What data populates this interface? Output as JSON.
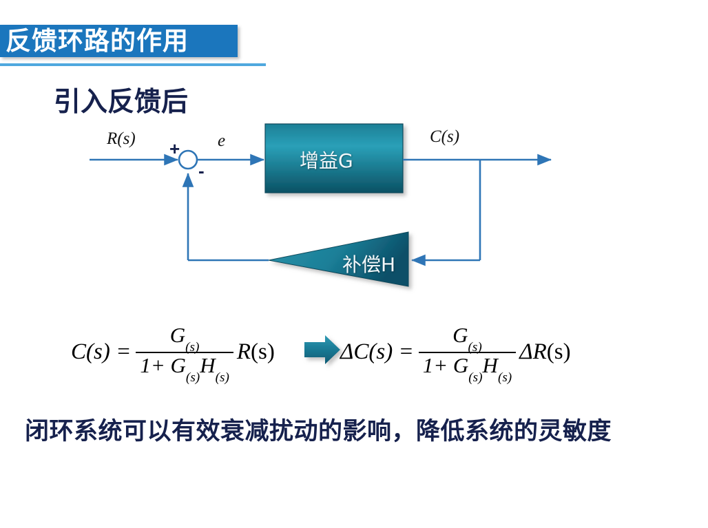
{
  "slide": {
    "title": "反馈环路的作用",
    "subtitle": "引入反馈后",
    "conclusion": "闭环系统可以有效衰减扰动的影响，降低系统的灵敏度",
    "colors": {
      "title_bar": "#1b76bd",
      "title_underline": "#4fa8de",
      "navy_text": "#16214d",
      "signal_line": "#2e75b6",
      "block_teal_light": "#2f9fb5",
      "block_teal_dark": "#0d5f75",
      "background": "#ffffff"
    }
  },
  "diagram": {
    "input_label": "R(s)",
    "error_label": "e",
    "output_label": "C(s)",
    "plus_sign": "+",
    "minus_sign": "-",
    "gain_block_label": "增益G",
    "feedback_block_label": "补偿H",
    "summing_junction": "summing-junction-circle"
  },
  "equations": {
    "left": {
      "lhs": "C(s) =",
      "numerator": "G",
      "numerator_sub": "(s)",
      "denominator_pre": "1+ G",
      "denominator_sub1": "(s)",
      "denominator_mid": "H",
      "denominator_sub2": "(s)",
      "rhs_italic": "R",
      "rhs_upright": "(s)"
    },
    "arrow": "right-block-arrow",
    "right": {
      "lhs": "ΔC(s) =",
      "numerator": "G",
      "numerator_sub": "(s)",
      "denominator_pre": "1+ G",
      "denominator_sub1": "(s)",
      "denominator_mid": "H",
      "denominator_sub2": "(s)",
      "rhs_italic": "ΔR",
      "rhs_upright": "(s)"
    }
  }
}
